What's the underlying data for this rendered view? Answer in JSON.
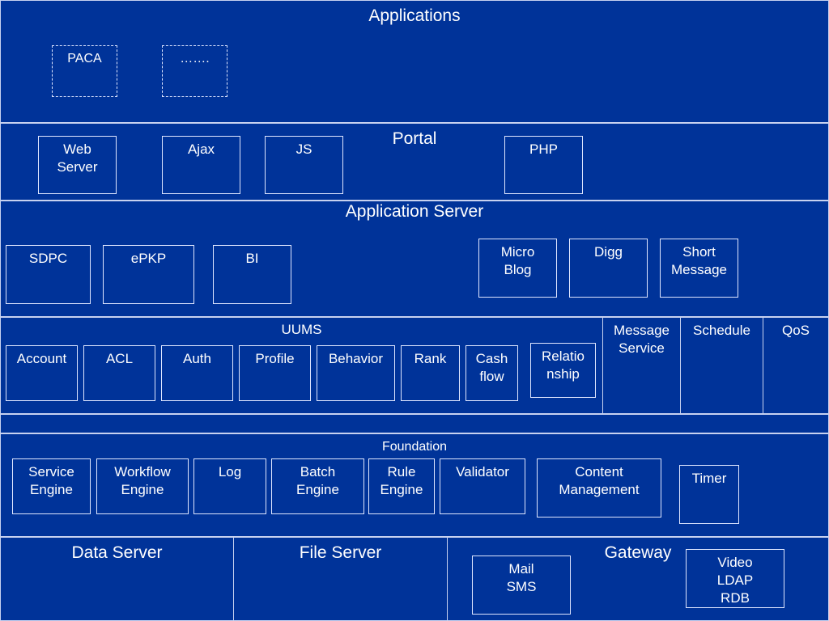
{
  "applications": {
    "title": "Applications",
    "items": [
      "PACA",
      "……."
    ]
  },
  "portal": {
    "title": "Portal",
    "items": [
      "Web\nServer",
      "Ajax",
      "JS",
      "PHP"
    ]
  },
  "app_server": {
    "title": "Application Server",
    "left_items": [
      "SDPC",
      "ePKP",
      "BI"
    ],
    "right_items": [
      "Micro\nBlog",
      "Digg",
      "Short\nMessage"
    ]
  },
  "uums": {
    "title": "UUMS",
    "items": [
      "Account",
      "ACL",
      "Auth",
      "Profile",
      "Behavior",
      "Rank",
      "Cash\nflow",
      "Relatio\nnship"
    ]
  },
  "side_services": {
    "message_service": "Message\nService",
    "schedule": "Schedule",
    "qos": "QoS"
  },
  "foundation": {
    "title": "Foundation",
    "items": [
      "Service\nEngine",
      "Workflow\nEngine",
      "Log",
      "Batch\nEngine",
      "Rule\nEngine",
      "Validator",
      "Content\nManagement",
      "Timer"
    ]
  },
  "data_server": {
    "title": "Data Server"
  },
  "file_server": {
    "title": "File Server"
  },
  "gateway": {
    "title": "Gateway",
    "items": [
      "Mail\nSMS",
      "Video\nLDAP\nRDB"
    ]
  }
}
